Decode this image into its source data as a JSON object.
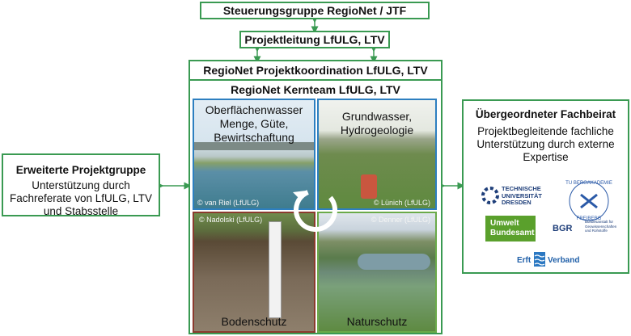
{
  "top_box": "Steuerungsgruppe RegioNet / JTF",
  "lead_box": "Projektleitung LfULG, LTV",
  "main": {
    "coord_title": "RegioNet Projektkoordination LfULG, LTV",
    "core_title": "RegioNet Kernteam LfULG, LTV",
    "quadrants": [
      {
        "lines": [
          "Oberflächenwasser",
          "Menge, Güte,",
          "Bewirtschaftung"
        ],
        "credit": "© van Riel (LfULG)"
      },
      {
        "lines": [
          "Grundwasser,",
          "Hydrogeologie"
        ],
        "credit": "© Lünich (LfULG)"
      },
      {
        "lines": [
          "Bodenschutz"
        ],
        "credit": "© Nadolski (LfULG)"
      },
      {
        "lines": [
          "Naturschutz"
        ],
        "credit": "© Denner (LfULG)"
      }
    ]
  },
  "left_box": {
    "title": "Erweiterte Projektgruppe",
    "lines": [
      "Unterstützung durch",
      "Fachreferate von LfULG, LTV",
      "und Stabsstelle"
    ]
  },
  "right_box": {
    "title": "Übergeordneter Fachbeirat",
    "lines": [
      "Projektbegleitende fachliche",
      "Unterstützung durch externe",
      "Expertise"
    ],
    "logos": {
      "tu_dresden": [
        "TECHNISCHE",
        "UNIVERSITÄT",
        "DRESDEN"
      ],
      "bergakademie": [
        "TU BERGAKADEMIE",
        "FREIBERG"
      ],
      "uba": [
        "Umwelt",
        "Bundesamt"
      ],
      "bgr": [
        "BGR",
        "Bundesanstalt für",
        "Geowissenschaften",
        "und Rohstoffe"
      ],
      "erftverband": [
        "Erft",
        "Verband"
      ]
    }
  },
  "colors": {
    "border": "#3a9a52",
    "water_border": "#2d7fc0",
    "soil_border": "#8b3a2e",
    "nature_border": "#6aaa4a"
  }
}
